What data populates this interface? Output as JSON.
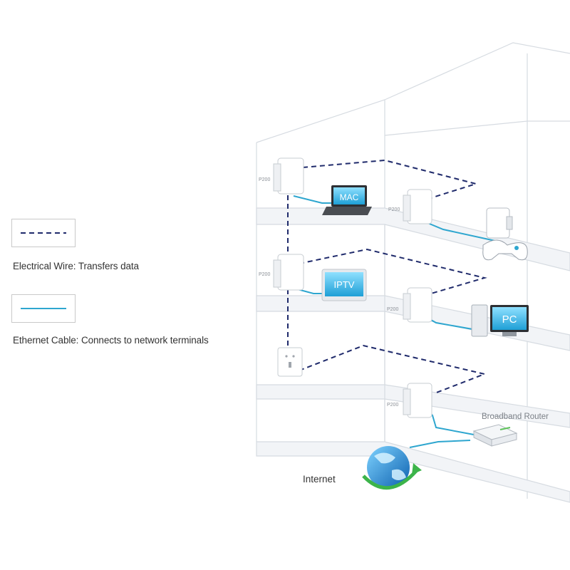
{
  "legend": {
    "electrical": {
      "label": "Electrical Wire: Transfers data",
      "color": "#1f2a6b"
    },
    "ethernet": {
      "label": "Ethernet Cable: Connects to network terminals",
      "color": "#2ea6cf"
    }
  },
  "adapter_label": "P200",
  "devices": {
    "mac": "MAC",
    "iptv": "IPTV",
    "pc": "PC"
  },
  "router_label": "Broadband Router",
  "internet_label": "Internet",
  "colors": {
    "electrical": "#1f2a6b",
    "ethernet": "#2ea6cf",
    "building_line": "#d8dde3",
    "floor": "#eef1f4"
  }
}
